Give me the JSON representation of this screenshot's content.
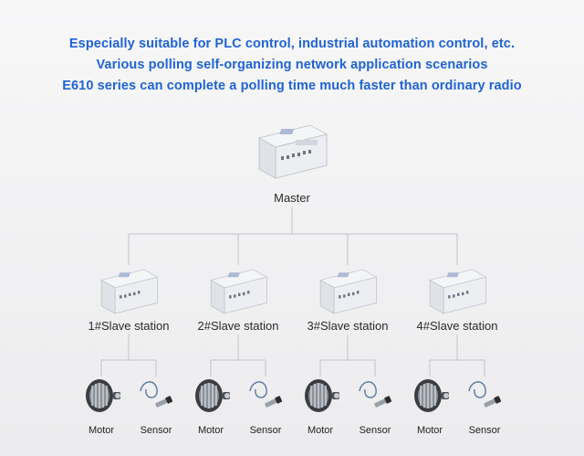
{
  "headlines": [
    "Especially suitable for PLC control, industrial automation control, etc.",
    "Various polling self-organizing network application scenarios",
    "E610 series can complete a polling time much faster than ordinary radio"
  ],
  "master": {
    "label": "Master",
    "icon": "plc-controller-icon"
  },
  "slaves": [
    {
      "label": "1#Slave station",
      "devices": [
        "Motor",
        "Sensor"
      ]
    },
    {
      "label": "2#Slave station",
      "devices": [
        "Motor",
        "Sensor"
      ]
    },
    {
      "label": "3#Slave station",
      "devices": [
        "Motor",
        "Sensor"
      ]
    },
    {
      "label": "4#Slave station",
      "devices": [
        "Motor",
        "Sensor"
      ]
    }
  ],
  "colors": {
    "headline": "#1f63d6",
    "line": "#bfc3c8",
    "label": "#2a2a2a"
  }
}
